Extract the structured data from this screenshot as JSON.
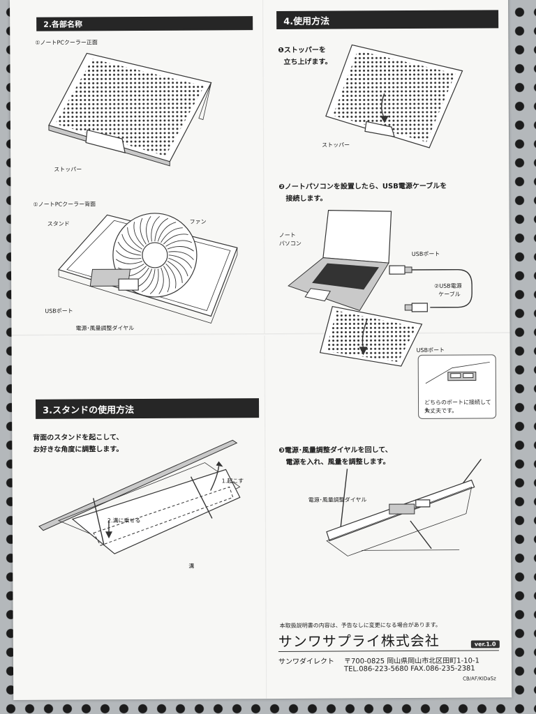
{
  "section2": {
    "title": "2.各部名称",
    "front_caption": "①ノートPCクーラー正面",
    "front_label_stopper": "ストッパー",
    "back_caption": "①ノートPCクーラー背面",
    "back_label_stand": "スタンド",
    "back_label_fan": "ファン",
    "back_label_usb": "USBポート",
    "back_label_dial": "電源･風量調整ダイヤル"
  },
  "section3": {
    "title": "3.スタンドの使用方法",
    "instruction_line1": "背面のスタンドを起こして、",
    "instruction_line2": "お好きな角度に調整します。",
    "label_raise": "1.起こす",
    "label_groove_place": "2.溝に乗せる",
    "label_groove": "溝"
  },
  "section4": {
    "title": "4.使用方法",
    "step1_line1": "❶ストッパーを",
    "step1_line2": "立ち上げます。",
    "step1_label_stopper": "ストッパー",
    "step2_line1": "❷ノートパソコンを設置したら、USB電源ケーブルを",
    "step2_line2": "接続します。",
    "step2_label_notepc_1": "ノート",
    "step2_label_notepc_2": "パソコン",
    "step2_label_usbport": "USBポート",
    "step2_label_cable_1": "②USB電源",
    "step2_label_cable_2": "ケーブル",
    "step2_label_usbport2": "USBポート",
    "step2_note_1": "どちらのポートに接続しても",
    "step2_note_2": "大丈夫です。",
    "step3_line1": "❸電源･風量調整ダイヤルを回して、",
    "step3_line2": "電源を入れ、風量を調整します。",
    "step3_label_dial": "電源･風量調整ダイヤル"
  },
  "footer": {
    "notice": "本取扱説明書の内容は、予告なしに変更になる場合があります。",
    "company": "サンワサプライ株式会社",
    "version": "ver.1.0",
    "direct": "サンワダイレクト",
    "address": "〒700-0825 岡山県岡山市北区田町1-10-1",
    "tel_fax": "TEL.086-223-5680  FAX.086-235-2381",
    "code": "CB/AF/KIDaSz"
  }
}
